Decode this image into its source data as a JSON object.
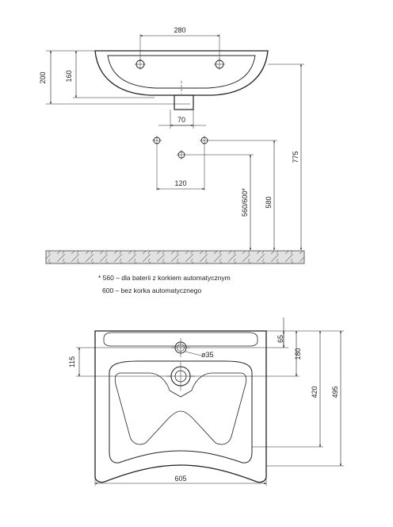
{
  "side_view": {
    "dim_hole_spacing": "280",
    "dim_total_height": "200",
    "dim_bowl_height": "160",
    "dim_drain_width": "70",
    "dim_pipe_spacing": "120",
    "dim_top_height": "775",
    "dim_pipe_height": "580",
    "dim_drain_height": "560/600*"
  },
  "notes": {
    "line1": "* 560 – dla baterii z korkiem automatycznym",
    "line2": "600 – bez korka automatycznego"
  },
  "top_view": {
    "dim_tap_hole_offset": "65",
    "dim_drain_offset": "180",
    "dim_hole_diameter": "ø35",
    "dim_hole_side": "115",
    "dim_inner_depth": "420",
    "dim_total_depth": "495",
    "dim_width": "605"
  },
  "colors": {
    "line": "#222222",
    "thin": "#444444",
    "floor": "#d9d9d9"
  }
}
